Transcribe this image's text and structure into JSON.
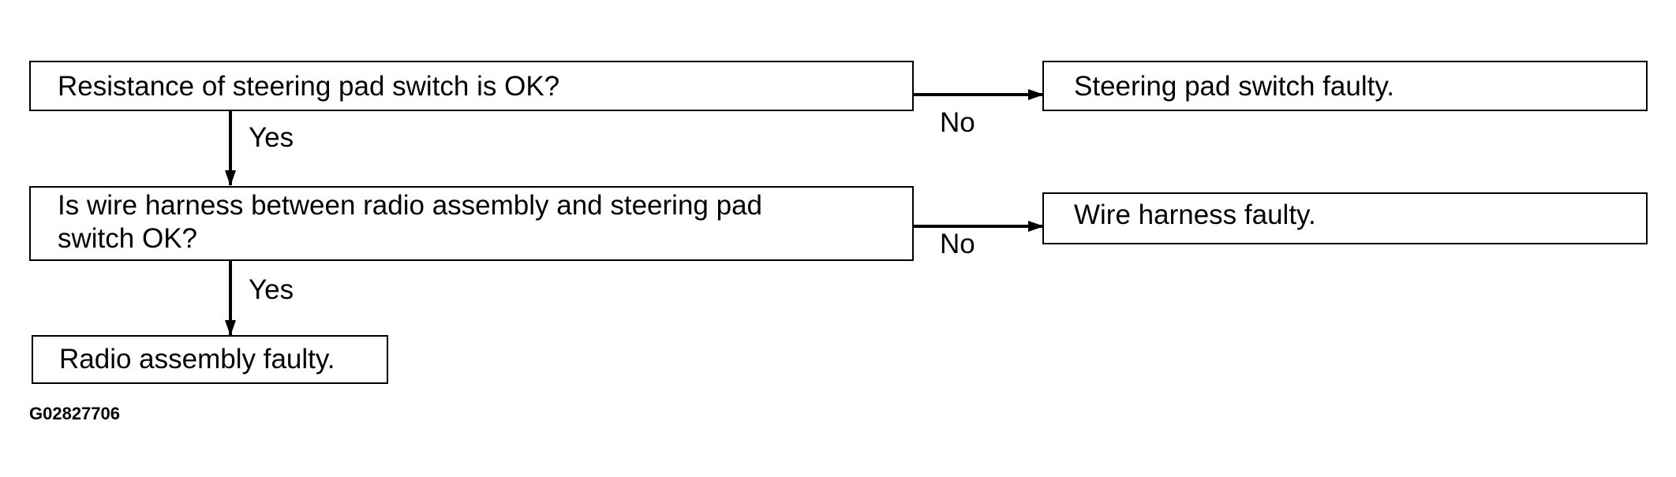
{
  "nodes": {
    "q1": "Resistance of steering pad switch is OK?",
    "r1": "Steering pad switch faulty.",
    "q2": "Is wire harness between radio assembly and steering pad\n switch OK?",
    "r2": "Wire harness faulty.",
    "r3": "Radio assembly faulty."
  },
  "edges": {
    "q1_no": "No",
    "q1_yes": "Yes",
    "q2_no": "No",
    "q2_yes": "Yes"
  },
  "figure_code": "G02827706"
}
